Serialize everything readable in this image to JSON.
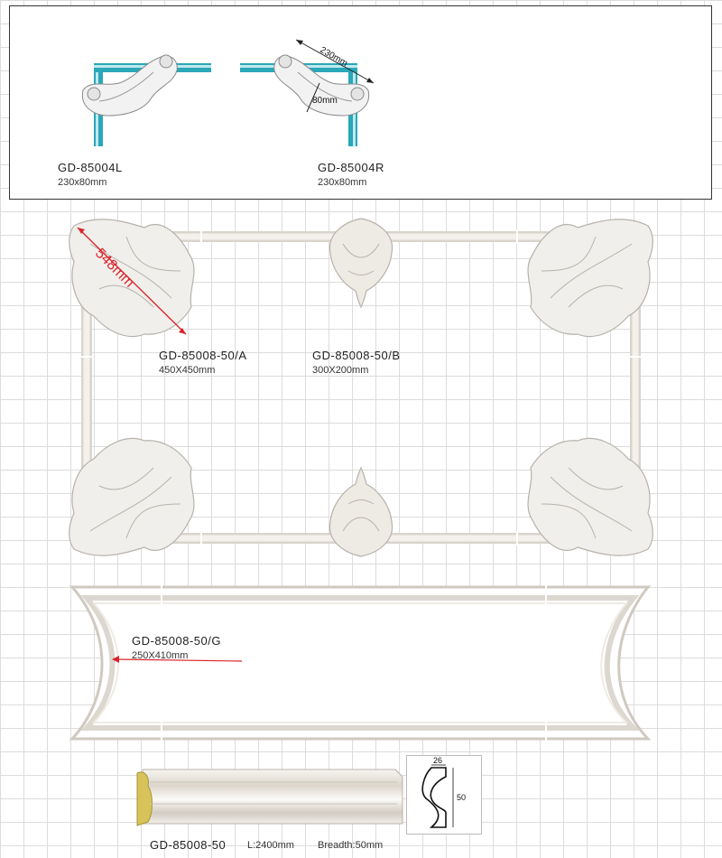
{
  "top_box": {
    "left_item": {
      "code": "GD-85004L",
      "size": "230x80mm"
    },
    "right_item": {
      "code": "GD-85004R",
      "size": "230x80mm",
      "dim_length": "230mm",
      "dim_width": "80mm"
    }
  },
  "frame_set": {
    "corner_item": {
      "code": "GD-85008-50/A",
      "size": "450X450mm",
      "diagonal": "548mm"
    },
    "center_item": {
      "code": "GD-85008-50/B",
      "size": "300X200mm"
    }
  },
  "curved_frame": {
    "code": "GD-85008-50/G",
    "size": "250X410mm"
  },
  "molding": {
    "code": "GD-85008-50",
    "length": "L:2400mm",
    "breadth": "Breadth:50mm",
    "profile_width": "26",
    "profile_height": "50"
  },
  "colors": {
    "accent_line": "#d9252a",
    "moulding": "#efebe4",
    "teal": "#2aa7b8",
    "gold": "#d7c35a"
  }
}
